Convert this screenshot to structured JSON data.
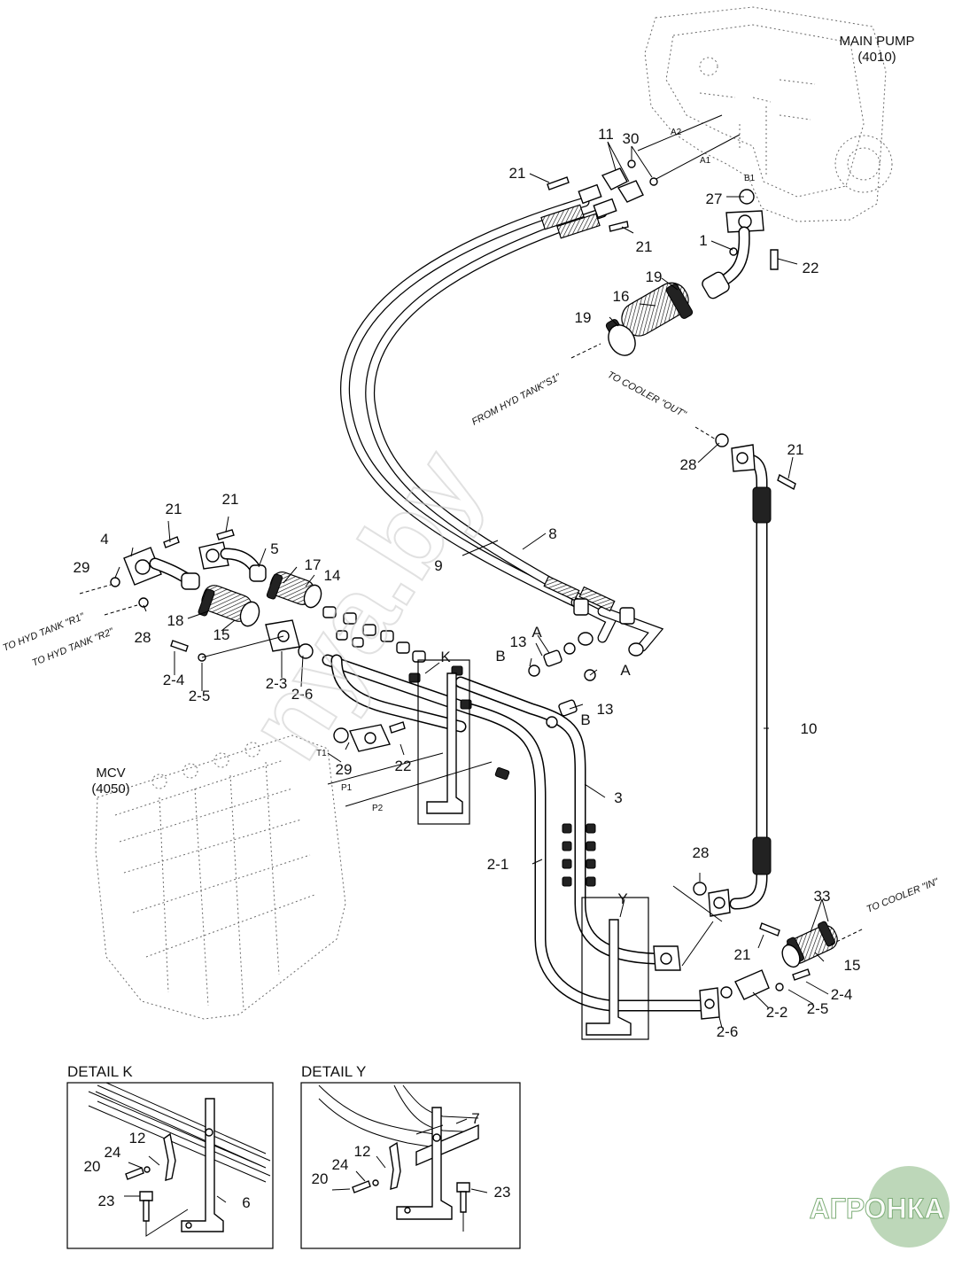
{
  "headings": {
    "main_pump": "MAIN PUMP",
    "main_pump_code": "(4010)",
    "mcv": "MCV",
    "mcv_code": "(4050)",
    "detail_k": "DETAIL K",
    "detail_y": "DETAIL Y"
  },
  "notes": {
    "from_hyd_tank": "FROM HYD TANK\"S1\"",
    "to_cooler_out": "TO COOLER \"OUT\"",
    "to_cooler_in": "TO COOLER \"IN\"",
    "to_hyd_tank_r1": "TO HYD TANK \"R1\"",
    "to_hyd_tank_r2": "TO HYD TANK \"R2\""
  },
  "ports": {
    "a1": "A1",
    "a2": "A2",
    "b1": "B1",
    "t1": "T1",
    "p1": "P1",
    "p2": "P2"
  },
  "watermark": {
    "site": "nya.by",
    "logo": "АГРОНКА"
  },
  "callouts": {
    "c21a": "21",
    "c11": "11",
    "c30": "30",
    "c27": "27",
    "c1": "1",
    "c22a": "22",
    "c21b": "21",
    "c19a": "19",
    "c16": "16",
    "c19b": "19",
    "c28a": "28",
    "c21c": "21",
    "c21d": "21",
    "c21e": "21",
    "c4": "4",
    "c5": "5",
    "c29a": "29",
    "c17": "17",
    "c14": "14",
    "c8": "8",
    "c9": "9",
    "c28b": "28",
    "c18": "18",
    "c15a": "15",
    "c13a": "13",
    "cAa": "A",
    "cK": "K",
    "cBa": "B",
    "c24a": "2-4",
    "c25a": "2-5",
    "c23": "2-3",
    "c26a": "2-6",
    "cAb": "A",
    "c13b": "13",
    "cBb": "B",
    "c10": "10",
    "c29b": "29",
    "c22b": "22",
    "c3": "3",
    "c21f": "2-1",
    "c28c": "28",
    "cY": "Y",
    "c33": "33",
    "c21g": "21",
    "c15b": "15",
    "c24b": "2-4",
    "c25b": "2-5",
    "c22c": "2-2",
    "c26b": "2-6",
    "k12": "12",
    "k24": "24",
    "k20": "20",
    "k23": "23",
    "k6": "6",
    "y7": "7",
    "y12": "12",
    "y24": "24",
    "y20": "20",
    "y23": "23"
  }
}
